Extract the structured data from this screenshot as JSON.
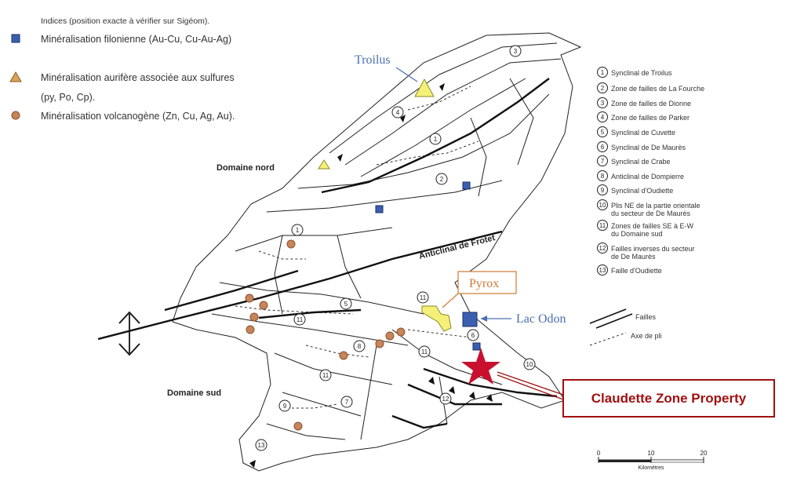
{
  "legend": {
    "heading": "Indices (position exacte à vérifier sur Sigéom).",
    "items": [
      {
        "symbol": "blue-square",
        "label": "Minéralisation filonienne (Au-Cu, Cu-Au-Ag)"
      },
      {
        "symbol": "yellow-triangle",
        "label": "Minéralisation aurifère associée aux sulfures"
      },
      {
        "symbol": "orange-circle",
        "label": "Minéralisation volcanogène (Zn, Cu, Ag, Au)."
      }
    ],
    "triangle_sub": "(py, Po, Cp).",
    "colors": {
      "blue": "#3a5fb0",
      "yellow": "#f5f07a",
      "orange": "#c8855a",
      "star": "#c8102e"
    }
  },
  "numbered": [
    {
      "n": "1",
      "label": "Synclinal de Troilus"
    },
    {
      "n": "2",
      "label": "Zone de failles de La Fourche"
    },
    {
      "n": "3",
      "label": "Zone de failles de Dionne"
    },
    {
      "n": "4",
      "label": "Zone de failles de Parker"
    },
    {
      "n": "5",
      "label": "Synclinal de Cuvette"
    },
    {
      "n": "6",
      "label": "Synclinal de De Maurès"
    },
    {
      "n": "7",
      "label": "Synclinal de Crabe"
    },
    {
      "n": "8",
      "label": "Anticlinal de Dompierre"
    },
    {
      "n": "9",
      "label": "Synclinal d'Oudiette"
    },
    {
      "n": "10",
      "lines": [
        "Plis NE de la partie orientale",
        "du secteur de De Maurès"
      ]
    },
    {
      "n": "11",
      "lines": [
        "Zones de failles SE à E-W",
        "du Domaine sud"
      ]
    },
    {
      "n": "12",
      "lines": [
        "Failles inverses du secteur",
        "de De Maurès"
      ]
    },
    {
      "n": "13",
      "label": "Faille d'Oudiette"
    }
  ],
  "symbols": {
    "faults": "Failles",
    "fold_axis": "Axe de pli"
  },
  "labels": {
    "domaine_nord": "Domaine nord",
    "domaine_sud": "Domaine sud",
    "anticlinal": "Anticlinal de Frotet",
    "troilus": "Troilus",
    "pyrox": "Pyrox",
    "lac_odon": "Lac Odon",
    "claudette": "Claudette Zone Property"
  },
  "scale": {
    "ticks": [
      "0",
      "10",
      "20"
    ],
    "unit": "Kilomètres"
  }
}
